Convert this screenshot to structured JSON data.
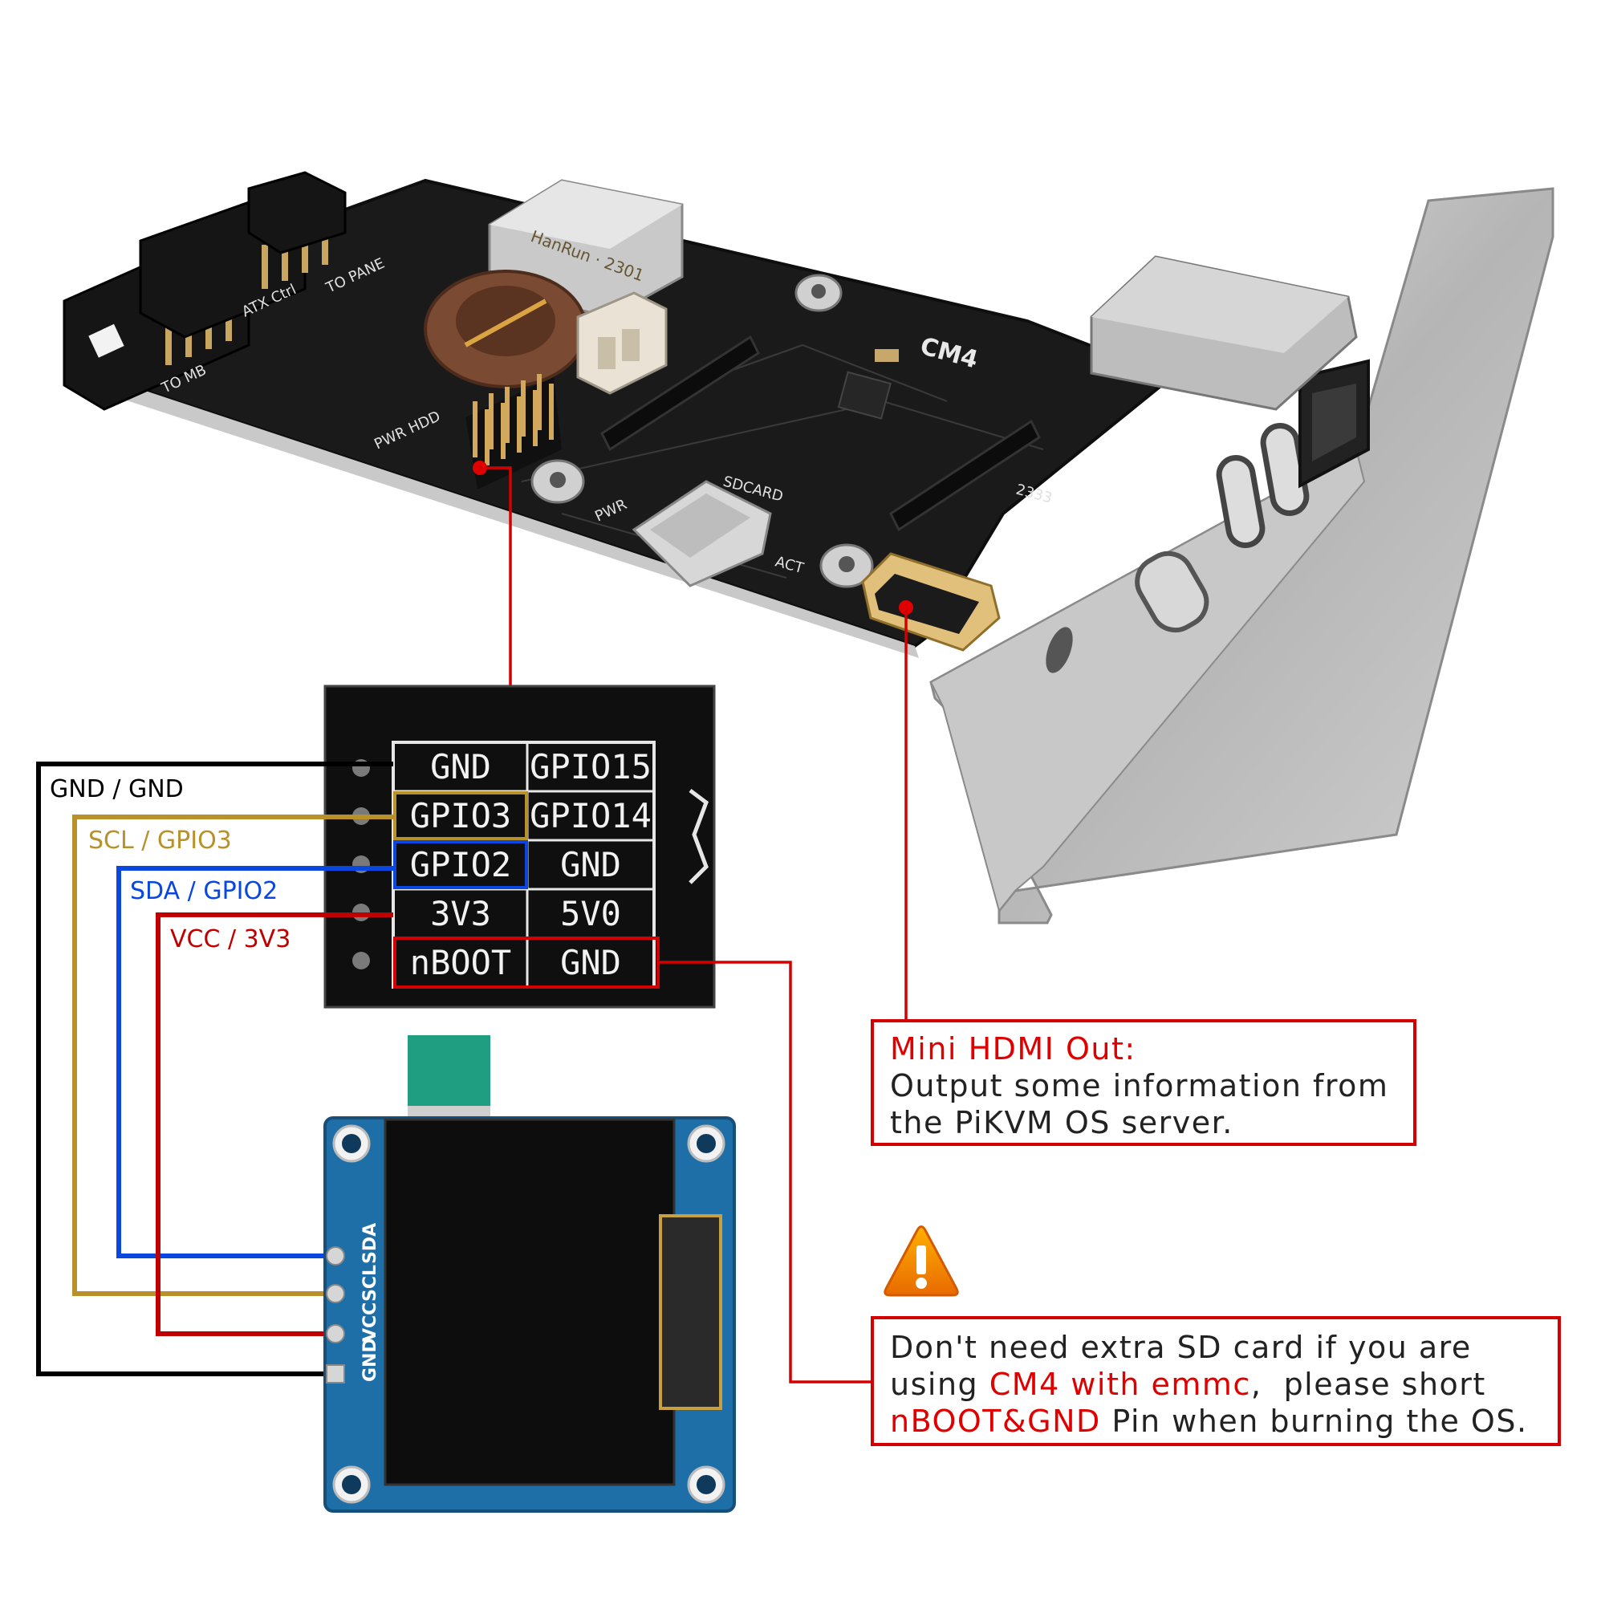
{
  "board": {
    "cm4_label": "CM4",
    "silk": {
      "to_mb": "TO MB",
      "to_panel": "TO PANE",
      "atx_ctrl": "ATX Ctrl",
      "pwr_hdd": "PWR HDD",
      "pwr": "PWR",
      "sdcard": "SDCARD",
      "act": "ACT",
      "magjack": "HanRun · 2301",
      "r1": "2333"
    }
  },
  "pin_table": {
    "rows": [
      {
        "left": "GND",
        "right": "GPIO15"
      },
      {
        "left": "GPIO3",
        "right": "GPIO14"
      },
      {
        "left": "GPIO2",
        "right": "GND"
      },
      {
        "left": "3V3",
        "right": "5V0"
      },
      {
        "left": "nBOOT",
        "right": "GND"
      }
    ]
  },
  "wires": {
    "gnd": {
      "label": "GND / GND",
      "color": "#000000"
    },
    "scl": {
      "label": "SCL / GPIO3",
      "color": "#b8912a"
    },
    "sda": {
      "label": "SDA / GPIO2",
      "color": "#0a46e0"
    },
    "vcc": {
      "label": "VCC / 3V3",
      "color": "#c00000"
    }
  },
  "oled": {
    "pins": [
      "GND",
      "VCC",
      "SCL",
      "SDA"
    ]
  },
  "callouts": {
    "hdmi": {
      "title": "Mini HDMI Out:",
      "line1": "Output some information from",
      "line2": "the PiKVM OS server."
    },
    "emmc": {
      "line1": "Don't need extra SD card if you are",
      "line2_pre": "using ",
      "line2_red": "CM4 with emmc",
      "line2_post": ",  please short",
      "line3_red": "nBOOT&GND",
      "line3_post": " Pin when burning the OS."
    }
  },
  "colors": {
    "accent_red": "#d40000",
    "warning_orange": "#f08a00",
    "pcb": "#1a1a1a",
    "oled_blue": "#1e6fa8"
  }
}
